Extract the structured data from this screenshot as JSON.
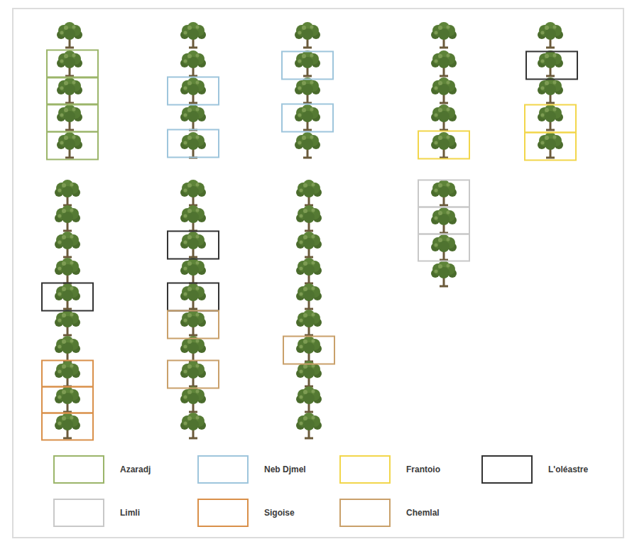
{
  "diagram": {
    "legend": [
      {
        "text": "Azaradj",
        "color": "#9bb56a"
      },
      {
        "text": "Neb Djmel",
        "color": "#9ec5dc"
      },
      {
        "text": "Frantoio",
        "color": "#f2d64b"
      },
      {
        "text": "L'oléastre",
        "color": "#333333"
      },
      {
        "text": "Limli",
        "color": "#c8c8c8"
      },
      {
        "text": "Sigoise",
        "color": "#d9904a"
      },
      {
        "text": "Chemlal",
        "color": "#c9a06a"
      }
    ]
  }
}
